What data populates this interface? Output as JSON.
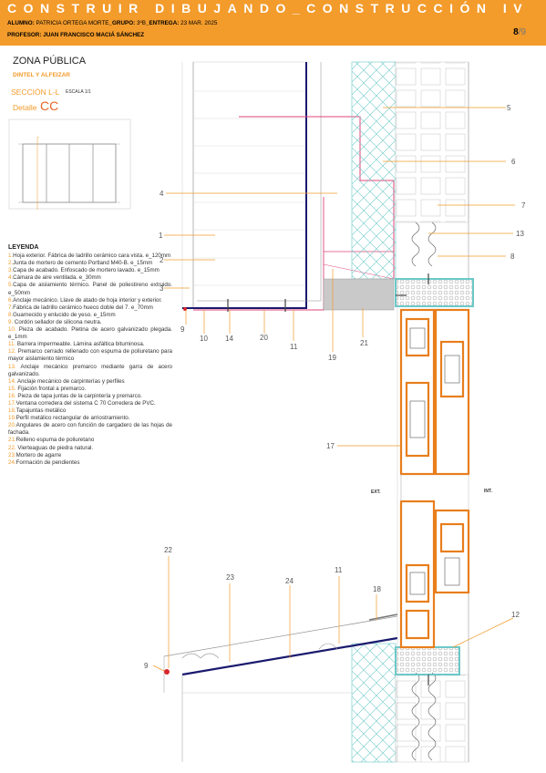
{
  "header": {
    "title": "CONSTRUIR DIBUJANDO_CONSTRUCCIÓN IV",
    "alumno_label": "ALUMNO:",
    "alumno": "PATRICIA ORTEGA MORTE",
    "grupo_label": "_GRUPO:",
    "grupo": "3ºB",
    "entrega_label": "_ENTREGA:",
    "entrega": "23 MAR. 2025",
    "profesor_label": "PROFESOR:",
    "profesor": "JUAN FRANCISCO MACIÁ SÁNCHEZ",
    "page": "8",
    "page_total": "/9"
  },
  "zona": "ZONA PÚBLICA",
  "subtitle": "DINTEL Y ALFEIZAR",
  "seccion": "SECCIÓN L-L",
  "escala": "ESCALA 1/1",
  "detalle_label": "Detalle",
  "detalle_code": "CC",
  "colors": {
    "accent": "#f39b2b",
    "barrier": "#1a1a6e",
    "pink": "#e0457a",
    "aluminium": "#e87e1c",
    "cyan": "#6cc8c8"
  },
  "legend": {
    "title": "LEYENDA",
    "items": [
      {
        "n": "1.",
        "t": "Hoja exterior. Fábrica de ladrillo cerámico cara vista. e_120mm"
      },
      {
        "n": "2.",
        "t": "Junta de mortero de cemento Portland M40-B. e_15mm"
      },
      {
        "n": "3.",
        "t": "Capa de acabado. Enfoscado de mortero lavado. e_15mm"
      },
      {
        "n": "4.",
        "t": "Cámara de aire ventilada. e_30mm"
      },
      {
        "n": "5.",
        "t": "Capa de aislamiento térmico. Panel de poliestireno extruido. e_50mm"
      },
      {
        "n": "6.",
        "t": "Anclaje mecánico. Llave de atado de hoja interior y exterior."
      },
      {
        "n": "7.",
        "t": "Fábrica de ladrillo cerámico hueco doble del 7. e_70mm"
      },
      {
        "n": "8.",
        "t": "Guarnecido y enlucido de yeso. e_15mm"
      },
      {
        "n": "9.",
        "t": " Cordón sellador de silicona neutra."
      },
      {
        "n": "10.",
        "t": " Pieza de acabado. Pletina de acero galvanizado plegada. e_1mm"
      },
      {
        "n": "11.",
        "t": " Barrera impermeable. Lámina asfáltica bituminosa."
      },
      {
        "n": "12.",
        "t": " Premarco cerrado rellenado con espuma de poliuretano para mayor aislamiento térmico"
      },
      {
        "n": "13.",
        "t": " Anclaje mecánico premarco mediante garra de acero galvanizado."
      },
      {
        "n": "14.",
        "t": " Anclaje mecánico de carpinterías y perfiles"
      },
      {
        "n": "15.",
        "t": " Fijación frontal a premarco."
      },
      {
        "n": "16.",
        "t": " Pieza de tapa juntas de la carpintería y premarco."
      },
      {
        "n": "17.",
        "t": "Ventana corredera del sistema C 70 Corredera de PVC."
      },
      {
        "n": "18.",
        "t": "Tapajuntas metálico"
      },
      {
        "n": "19.",
        "t": "Perfil metálico rectangular de arriostramiento."
      },
      {
        "n": "20.",
        "t": "Angulares de acero con función de cargadero de las hojas de fachada."
      },
      {
        "n": "21.",
        "t": "Relleno espuma de poliuretano"
      },
      {
        "n": "22.",
        "t": " Vierteaguas de piedra natural."
      },
      {
        "n": "23.",
        "t": "Mortero de agarre"
      },
      {
        "n": "24.",
        "t": "Formación de pendientes"
      }
    ]
  },
  "side_labels": {
    "ext": "EXT.",
    "int": "INT."
  },
  "callouts": [
    "1",
    "2",
    "3",
    "4",
    "5",
    "6",
    "7",
    "8",
    "9",
    "10",
    "11",
    "12",
    "13",
    "14",
    "17",
    "19",
    "20",
    "21",
    "22",
    "23",
    "24",
    "11",
    "18",
    "9"
  ]
}
